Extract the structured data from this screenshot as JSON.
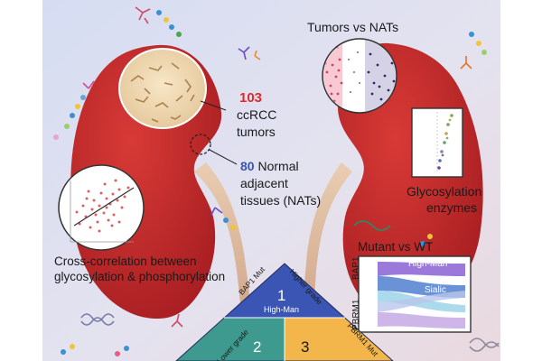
{
  "colors": {
    "background_left": "#d7def3",
    "background_right": "#e3dbe9",
    "kidney": "#c8262a",
    "tumor": "#f1dcb8",
    "accent_red": "#e4282a",
    "accent_blue": "#3a54b6",
    "triangle_blue": "#3b55b5",
    "triangle_green": "#3e9a8e",
    "triangle_orange": "#f3b64a"
  },
  "tumors": {
    "count": "103",
    "label_line1": "ccRCC",
    "label_line2": "tumors"
  },
  "nats": {
    "count": "80",
    "label_line1": "Normal",
    "label_line2": "adjacent",
    "label_line3": "tissues (NATs)"
  },
  "cross_correlation": {
    "line1": "Cross-correlation between",
    "line2": "glycosylation & phosphorylation"
  },
  "tumors_vs_nats": {
    "title": "Tumors vs NATs"
  },
  "enzymes": {
    "line1": "Glycosylation",
    "line2": "enzymes"
  },
  "mutant": {
    "title": "Mutant vs WT",
    "gene_top": "BAP1",
    "gene_bottom": "PBRM1",
    "flow_top": "High-Man",
    "flow_bottom": "Sialic"
  },
  "triangle": {
    "n1": "1",
    "n2": "2",
    "n3": "3",
    "center_label": "High-Man",
    "left_edge": "BAP1 Mut",
    "right_edge": "Higher grade",
    "lower_left_edge": "Lower grade",
    "lower_right_edge": "PBRM1 Mut"
  }
}
